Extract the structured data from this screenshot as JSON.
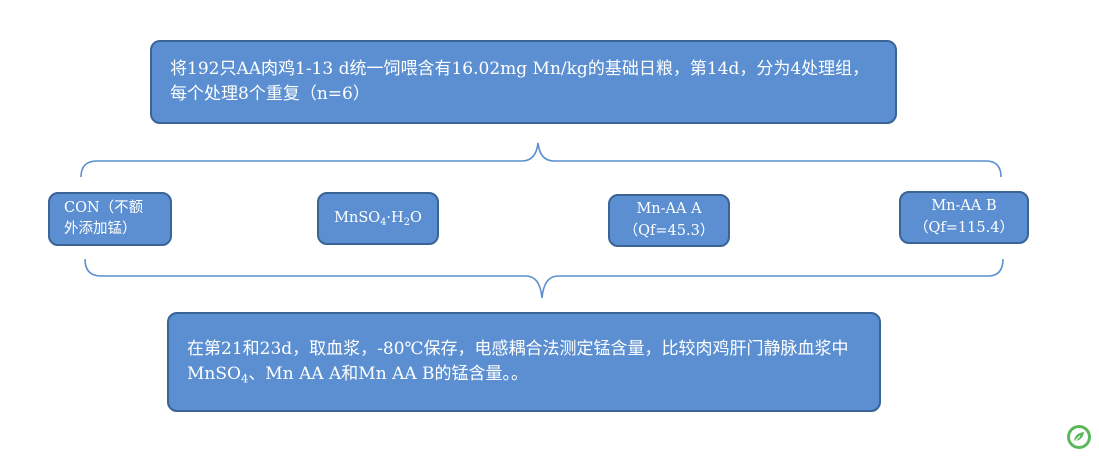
{
  "top_box": {
    "text": "将192只AA肉鸡1-13 d统一饲喂含有16.02mg Mn/kg的基础日粮，第14d，分为4处理组，每个处理8个重复（n=6）"
  },
  "groups": {
    "con": {
      "line1": "CON（不额",
      "line2": "外添加锰）"
    },
    "mnso4": {
      "prefix": "MnSO",
      "sub1": "4",
      "middle": "·H",
      "sub2": "2",
      "suffix": "O"
    },
    "mnaaa": {
      "line1": "Mn-AA A",
      "line2": "（Qf=45.3）"
    },
    "mnaab": {
      "line1": "Mn-AA B",
      "line2": "（Qf=115.4）"
    }
  },
  "bottom_box": {
    "part1": "在第21和23d，取血浆，-80℃保存，电感耦合法测定锰含量，比较肉鸡肝门静脉血浆中MnSO",
    "sub": "4",
    "part2": "、Mn AA A和Mn AA B的锰含量。。"
  },
  "colors": {
    "box_fill": "#5b8fd1",
    "box_border": "#3a6396",
    "bracket": "#5b8fd1",
    "text": "#ffffff",
    "logo": "#5cb85c"
  },
  "icons": {
    "logo": "leaf-logo-icon"
  }
}
